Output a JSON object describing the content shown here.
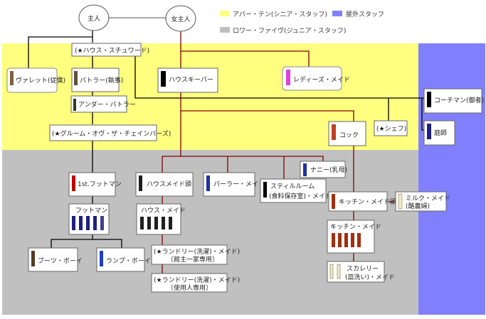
{
  "legend": {
    "upper_ten": {
      "label": "アパー・テン(シニア・スタッフ)",
      "color": "#ffff80"
    },
    "lower_five": {
      "label": "ロワー・ファイヴ(ジュニア・スタッフ)",
      "color": "#c0c0c0"
    },
    "outdoor": {
      "label": "屋外スタッフ",
      "color": "#8080ff"
    }
  },
  "masters": {
    "master": "主人",
    "mistress": "女主人"
  },
  "nodes": {
    "house_steward": "(★ハウス・スチュワード)",
    "valet": "ヴァレット(従僕)",
    "butler": "バトラー(執事)",
    "under_butler": "アンダー・バトラー",
    "groom_of_chambers": "(★グルーム・オヴ・ザ・チェインバーズ)",
    "housekeeper": "ハウスキーパー",
    "ladys_maid": "レディーズ・メイド",
    "coachman": "コーチマン(御者)",
    "gardener": "庭師",
    "chef": "(★シェフ)",
    "cook": "コック",
    "first_footman": "1st.フットマン",
    "footman": "フットマン",
    "boots_boy": "ブーツ・ボーイ",
    "lamp_boy": "ランプ・ボーイ",
    "head_housemaid": "ハウスメイド頭",
    "housemaid": "ハウス・メイド",
    "laundry_family_1": "(★ランドリー(洗濯)・メイド)",
    "laundry_family_2": "〔館主一家専用〕",
    "laundry_staff_1": "(★ランドリー(洗濯)・メイド)",
    "laundry_staff_2": "〔使用人専用〕",
    "parlour_maid": "パーラー・メイド",
    "stillroom_maid_1": "スティルルーム",
    "stillroom_maid_2": "(食料保存室)・メイド",
    "nanny": "ナニー(乳母)",
    "head_kitchen_maid": "キッチン・メイド頭",
    "kitchen_maid": "キッチン・メイド",
    "dairy_maid_1": "ミルク・メイド",
    "dairy_maid_2": "(酪農婦)",
    "scullery_maid_1": "スカレリー",
    "scullery_maid_2": "(皿洗い)・メイド"
  },
  "line_colors": {
    "master_line": "#000000",
    "mistress_line": "#800000"
  }
}
